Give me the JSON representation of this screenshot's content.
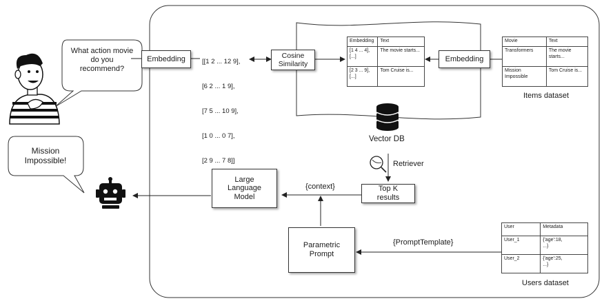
{
  "user_bubble": {
    "question": "What action movie do you recommend?"
  },
  "bot_bubble": {
    "answer": "Mission Impossible!"
  },
  "embedding_left": "Embedding",
  "embedding_right": "Embedding",
  "vectors": [
    "[[1 2 ... 12 9],",
    "[6 2 ... 1 9],",
    "[7 5 ... 10 9],",
    "[1 0 ... 0 7],",
    "[2 9 ... 7 8]]"
  ],
  "cosine_similarity": "Cosine Similarity",
  "vector_table": {
    "headers": [
      "Embedding",
      "Text"
    ],
    "rows": [
      [
        "[1 4 ... 4],\n[...]",
        "The movie starts..."
      ],
      [
        "[2 3 ... 9],\n[...]",
        "Tom Cruise is..."
      ]
    ]
  },
  "items_table": {
    "headers": [
      "Movie",
      "Text"
    ],
    "rows": [
      [
        "Transformers",
        "The movie starts..."
      ],
      [
        "Mission Impossible",
        "Tom Cruise is..."
      ]
    ]
  },
  "items_dataset_label": "Items dataset",
  "vector_db_label": "Vector DB",
  "retriever_label": "Retriever",
  "topk_label": "Top K results",
  "context_label": "{context}",
  "llm_label": "Large Language Model",
  "prompt_template_label": "{PromptTemplate}",
  "parametric_prompt_label": "Parametric Prompt",
  "users_table": {
    "headers": [
      "User",
      "Metadata"
    ],
    "rows": [
      [
        "User_1",
        "{'age':18,\n...}"
      ],
      [
        "User_2",
        "{'age':25,\n...}"
      ]
    ]
  },
  "users_dataset_label": "Users dataset"
}
